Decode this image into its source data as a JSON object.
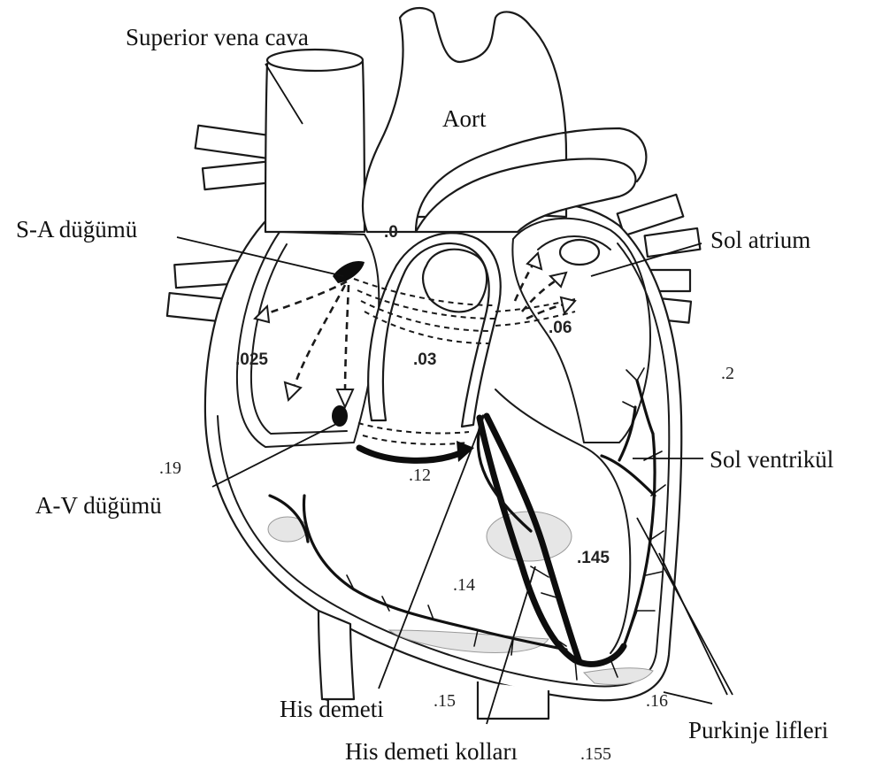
{
  "labels": {
    "svc": "Superior vena cava",
    "aort": "Aort",
    "sa_node": "S-A düğümü",
    "sol_atrium": "Sol atrium",
    "av_node": "A-V düğümü",
    "sol_ventrikul": "Sol ventrikül",
    "his_demeti": "His demeti",
    "his_demeti_kollari": "His demeti kolları",
    "purkinje": "Purkinje lifleri"
  },
  "timings": {
    "t_0": ".0",
    "t_025": ".025",
    "t_03": ".03",
    "t_06": ".06",
    "t_2": ".2",
    "t_19": ".19",
    "t_12": ".12",
    "t_145": ".145",
    "t_14": ".14",
    "t_15": ".15",
    "t_16": ".16",
    "t_155": ".155"
  }
}
